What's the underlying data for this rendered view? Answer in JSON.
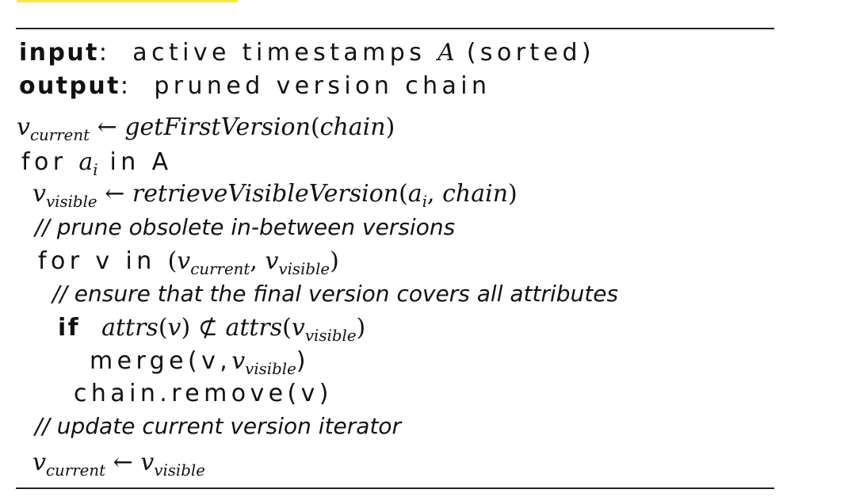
{
  "header": {
    "input_label": "input",
    "input_text_pre": "active timestamps",
    "input_var": "A",
    "input_text_post": "(sorted)",
    "output_label": "output",
    "output_text": "pruned version chain"
  },
  "algorithm": {
    "line1": {
      "var": "v",
      "sub": "current",
      "arrow": "←",
      "func": "getFirstVersion",
      "arg": "chain"
    },
    "line2": {
      "kw_for": "for",
      "var": "a",
      "sub": "i",
      "kw_in": "in",
      "set": "A"
    },
    "line3": {
      "var": "v",
      "sub": "visible",
      "arrow": "←",
      "func": "retrieveVisibleVersion",
      "arg1_var": "a",
      "arg1_sub": "i",
      "arg2": "chain"
    },
    "comment1": "// prune obsolete in-between versions",
    "line5": {
      "kw_for": "for",
      "loop_var": "v",
      "kw_in": "in",
      "a_var": "v",
      "a_sub": "current",
      "b_var": "v",
      "b_sub": "visible"
    },
    "comment2": "// ensure that the final version covers all attributes",
    "line7": {
      "kw_if": "if",
      "func": "attrs",
      "arg": "v",
      "op": "⊄",
      "var": "v",
      "sub": "visible"
    },
    "line8": {
      "func": "merge",
      "arg1": "v",
      "var": "v",
      "sub": "visible"
    },
    "line9": {
      "obj": "chain",
      "method": "remove",
      "arg": "v"
    },
    "comment3": "// update current version iterator",
    "line11": {
      "lhs_var": "v",
      "lhs_sub": "current",
      "arrow": "←",
      "rhs_var": "v",
      "rhs_sub": "visible"
    }
  }
}
